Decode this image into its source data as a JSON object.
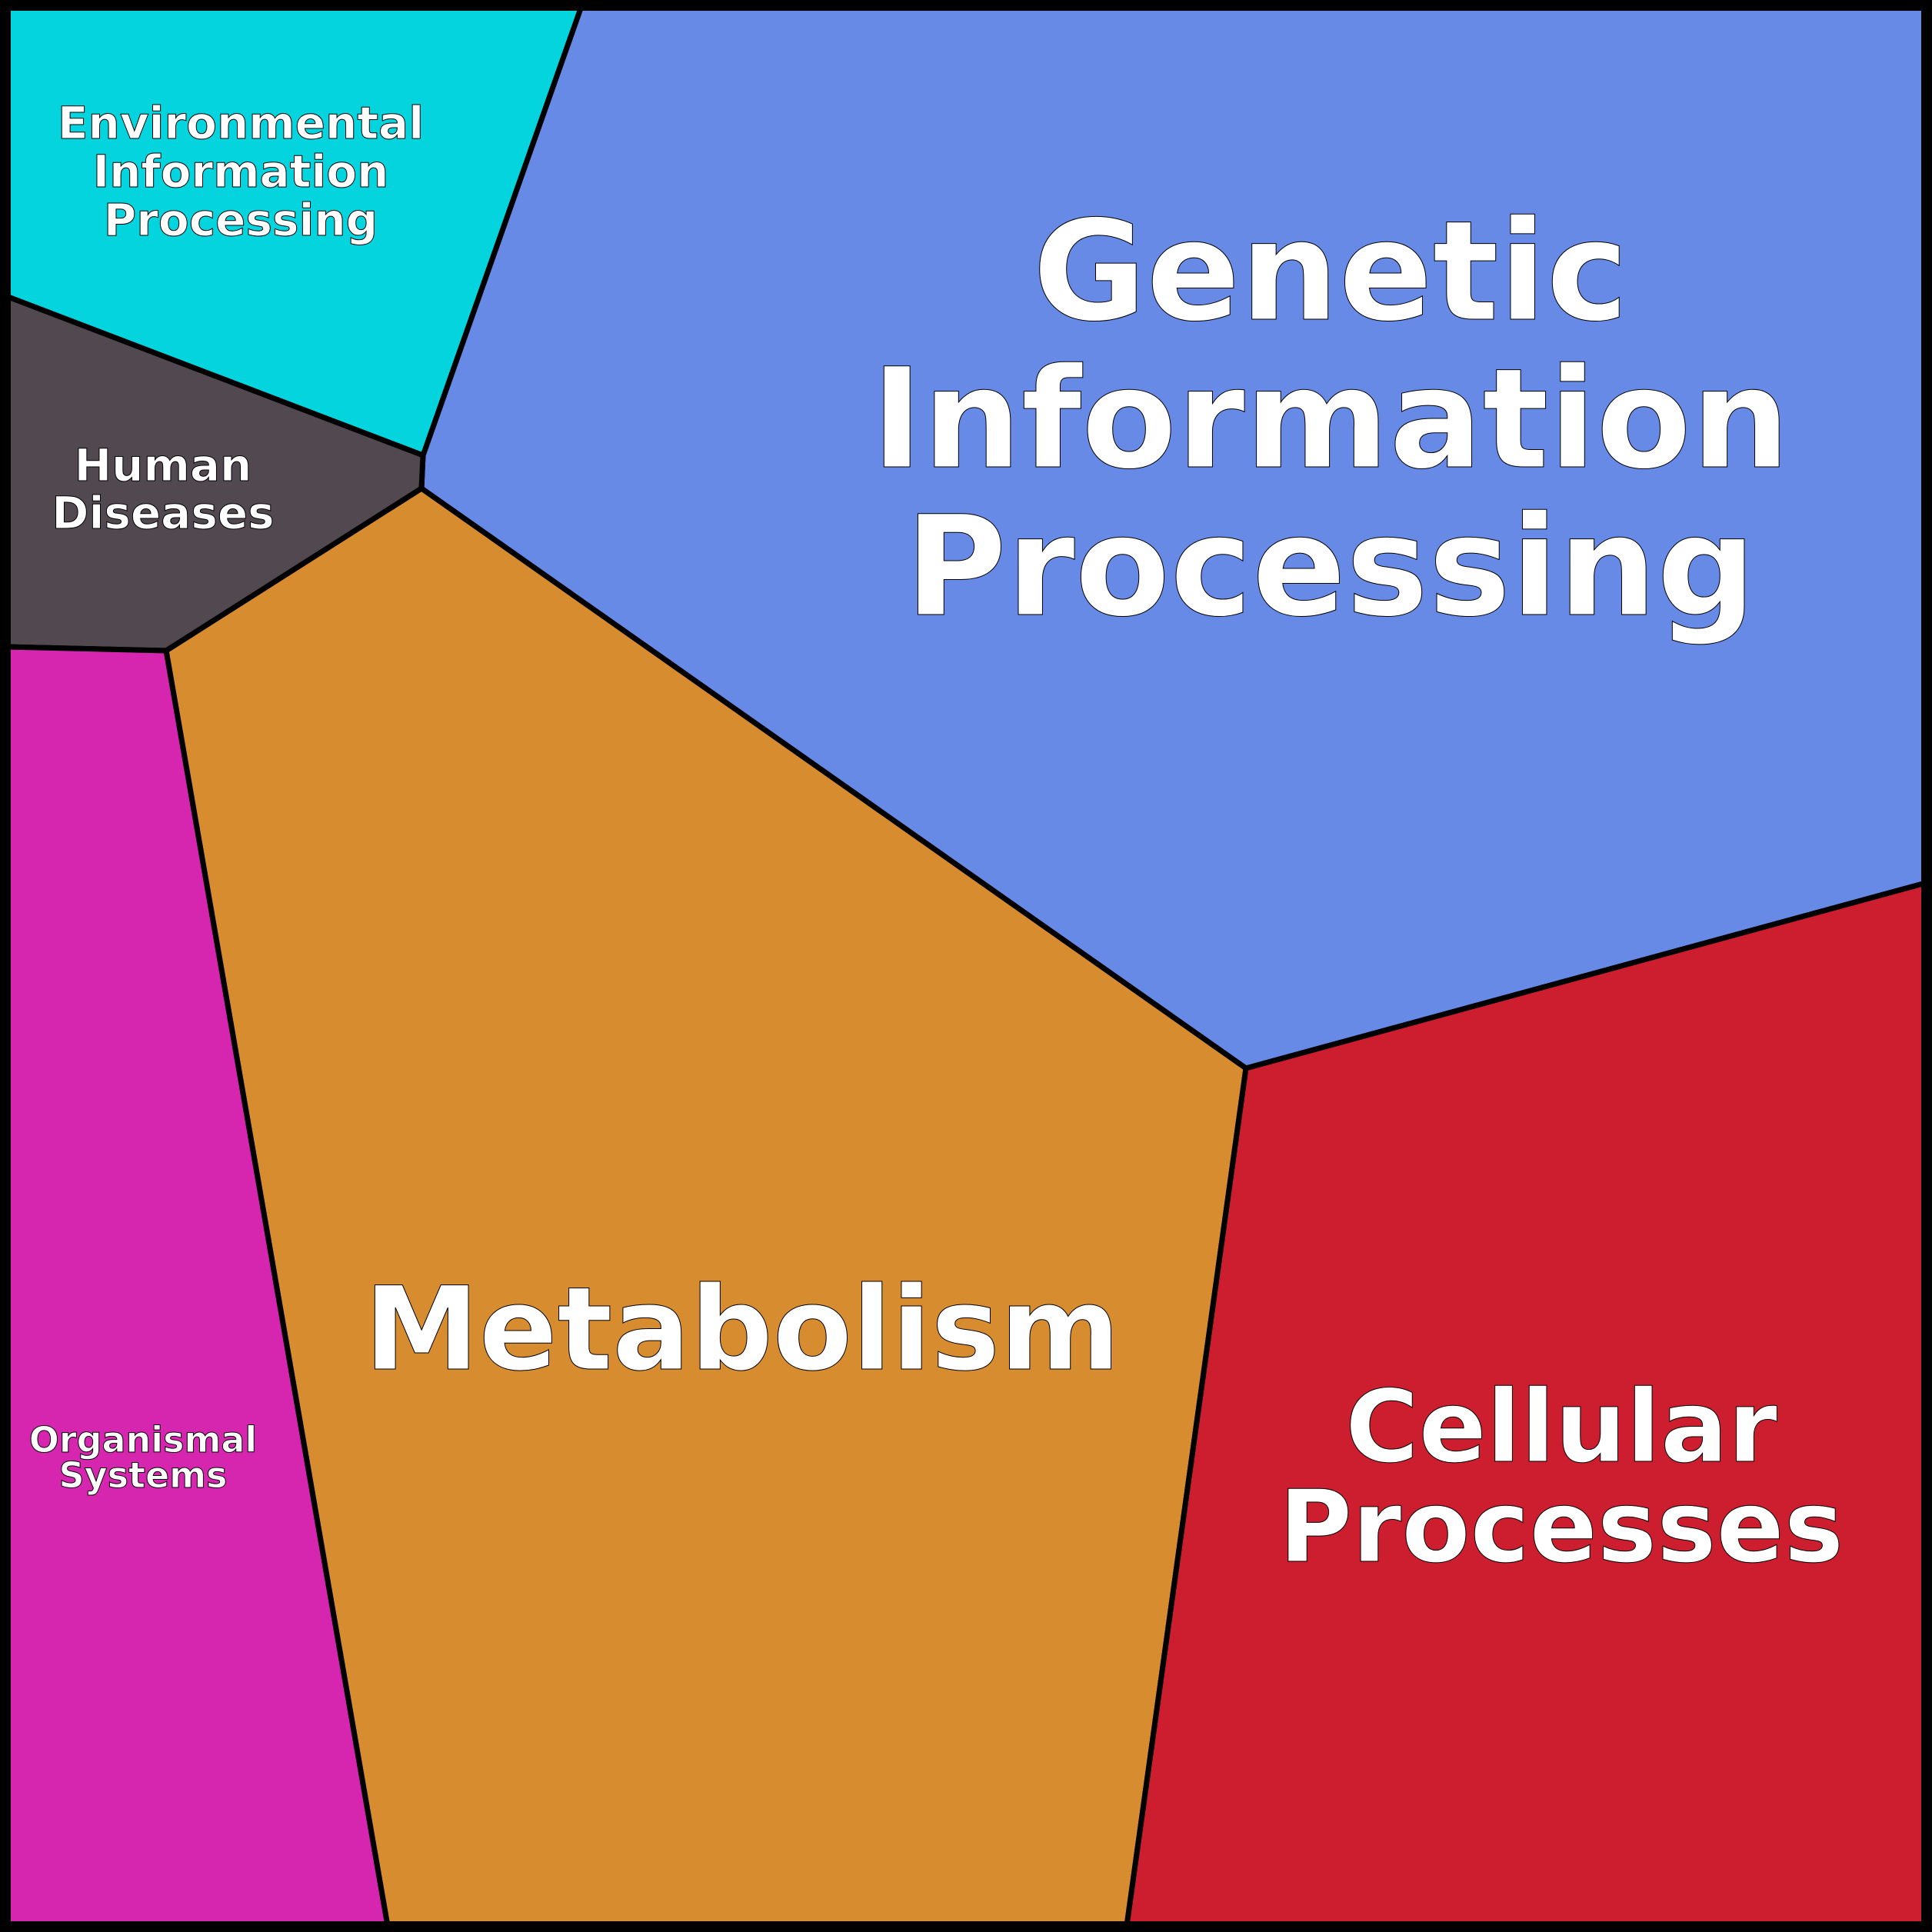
{
  "diagram": {
    "type": "voronoi-treemap",
    "border_color": "#000000",
    "label_color": "#ffffff",
    "categories": [
      {
        "id": "genetic-information-processing",
        "lines": [
          "Genetic",
          "Information",
          "Processing"
        ],
        "color": "#678ae6"
      },
      {
        "id": "metabolism",
        "lines": [
          "Metabolism"
        ],
        "color": "#d68c2f"
      },
      {
        "id": "cellular-processes",
        "lines": [
          "Cellular",
          "Processes"
        ],
        "color": "#cc1e2e"
      },
      {
        "id": "environmental-information-processing",
        "lines": [
          "Environmental",
          "Information",
          "Processing"
        ],
        "color": "#04d4de"
      },
      {
        "id": "human-diseases",
        "lines": [
          "Human",
          "Diseases"
        ],
        "color": "#514850"
      },
      {
        "id": "organismal-systems",
        "lines": [
          "Organismal",
          "Systems"
        ],
        "color": "#d626b0"
      }
    ]
  }
}
